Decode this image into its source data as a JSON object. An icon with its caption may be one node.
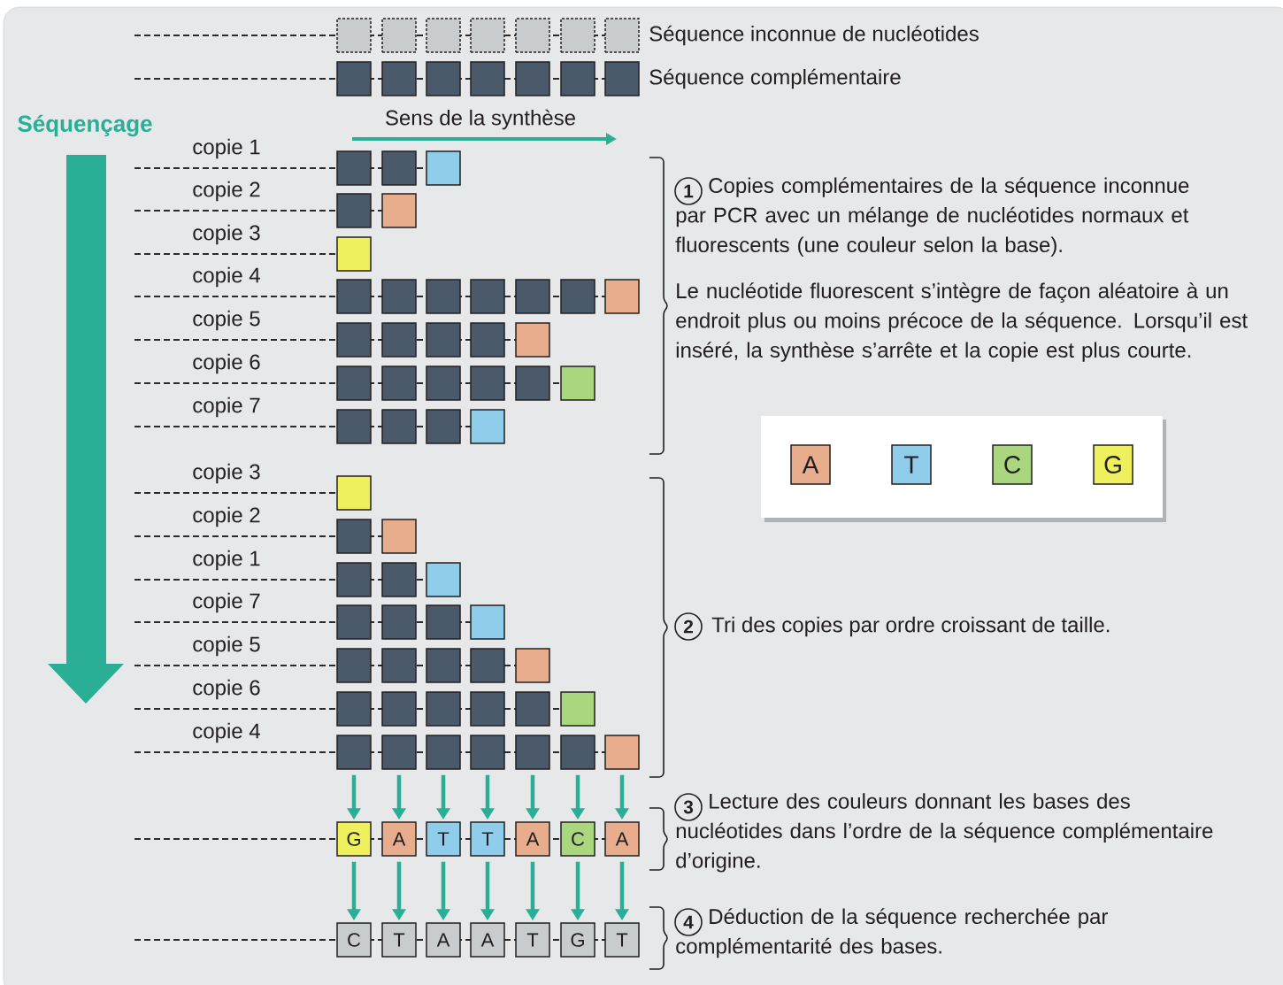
{
  "diagram": {
    "nodes": [
      {
        "text": [],
        "shape": "box"
      },
      {
        "text": [],
        "shape": "box"
      },
      {
        "text": [],
        "shape": "box"
      },
      {
        "text": [],
        "shape": "box"
      },
      {
        "text": [],
        "shape": "box"
      },
      {
        "text": [],
        "shape": "box"
      },
      {
        "text": [],
        "shape": "box"
      },
      {
        "text": [],
        "shape": "box"
      },
      {
        "text": [],
        "shape": "box"
      },
      {
        "text": [],
        "shape": "box"
      },
      {
        "text": [],
        "shape": "box"
      },
      {
        "text": [],
        "shape": "box"
      },
      {
        "text": [],
        "shape": "box"
      },
      {
        "text": [],
        "shape": "box"
      },
      {
        "text": [],
        "shape": "box"
      },
      {
        "text": [],
        "shape": "box"
      },
      {
        "text": [],
        "shape": "box"
      },
      {
        "text": [],
        "shape": "box"
      },
      {
        "text": [],
        "shape": "box"
      },
      {
        "text": [],
        "shape": "box"
      },
      {
        "text": [],
        "shape": "box"
      },
      {
        "text": [],
        "shape": "box"
      },
      {
        "text": [],
        "shape": "box"
      },
      {
        "text": [],
        "shape": "box"
      },
      {
        "text": [],
        "shape": "box"
      },
      {
        "text": [],
        "shape": "box"
      },
      {
        "text": [],
        "shape": "box"
      },
      {
        "text": [],
        "shape": "box"
      },
      {
        "text": [],
        "shape": "box"
      },
      {
        "text": [],
        "shape": "box"
      },
      {
        "text": [],
        "shape": "box"
      },
      {
        "text": [],
        "shape": "box"
      },
      {
        "text": [],
        "shape": "box"
      },
      {
        "text": [],
        "shape": "box"
      },
      {
        "text": [],
        "shape": "box"
      },
      {
        "text": [],
        "shape": "box"
      },
      {
        "text": [],
        "shape": "box"
      },
      {
        "text": [],
        "shape": "box"
      },
      {
        "text": [],
        "shape": "box"
      },
      {
        "text": [],
        "shape": "box"
      },
      {
        "text": [],
        "shape": "box"
      },
      {
        "text": [],
        "shape": "box"
      },
      {
        "text": [],
        "shape": "box"
      },
      {
        "text": [],
        "shape": "box"
      },
      {
        "text": [],
        "shape": "box"
      },
      {
        "text": [],
        "shape": "box"
      },
      {
        "text": [],
        "shape": "box"
      },
      {
        "text": [],
        "shape": "box"
      },
      {
        "text": [],
        "shape": "box"
      },
      {
        "text": [],
        "shape": "box"
      },
      {
        "text": [],
        "shape": "box"
      },
      {
        "text": [],
        "shape": "box"
      },
      {
        "text": [],
        "shape": "box"
      },
      {
        "text": [],
        "shape": "box"
      },
      {
        "text": [],
        "shape": "box"
      },
      {
        "text": [],
        "shape": "box"
      },
      {
        "text": [],
        "shape": "box"
      },
      {
        "text": [],
        "shape": "box"
      },
      {
        "text": [],
        "shape": "box"
      },
      {
        "text": [],
        "shape": "box"
      },
      {
        "text": [],
        "shape": "box"
      },
      {
        "text": [],
        "shape": "box"
      },
      {
        "text": [],
        "shape": "box"
      },
      {
        "text": [],
        "shape": "box"
      },
      {
        "text": [],
        "shape": "box"
      },
      {
        "text": [],
        "shape": "box"
      },
      {
        "text": [],
        "shape": "box"
      },
      {
        "text": [],
        "shape": "box"
      },
      {
        "text": [],
        "shape": "box"
      },
      {
        "text": [],
        "shape": "box"
      },
      {
        "text": [
          "G"
        ]
      },
      {
        "text": [
          "A"
        ]
      },
      {
        "text": [
          "T"
        ]
      },
      {
        "text": [
          "T"
        ]
      },
      {
        "text": [
          "A"
        ]
      },
      {
        "text": [
          "C"
        ]
      },
      {
        "text": [
          "A"
        ]
      },
      {
        "text": [
          "C"
        ]
      },
      {
        "text": [
          "T"
        ]
      },
      {
        "text": [
          "A"
        ]
      },
      {
        "text": [
          "A"
        ]
      },
      {
        "text": [
          "T"
        ]
      },
      {
        "text": [
          "G"
        ]
      },
      {
        "text": [
          "T"
        ]
      }
    ],
    "edges": [
      {
        "from": 63,
        "to": 70,
        "arrow": "to"
      },
      {
        "from": 64,
        "to": 71,
        "arrow": "to"
      },
      {
        "from": 65,
        "to": 72,
        "arrow": "to"
      },
      {
        "from": 66,
        "to": 73,
        "arrow": "to"
      },
      {
        "from": 67,
        "to": 74,
        "arrow": "to"
      },
      {
        "from": 68,
        "to": 75,
        "arrow": "to"
      },
      {
        "from": 69,
        "to": 76,
        "arrow": "to"
      },
      {
        "from": 70,
        "to": 77,
        "arrow": "to"
      },
      {
        "from": 71,
        "to": 78,
        "arrow": "to"
      },
      {
        "from": 72,
        "to": 79,
        "arrow": "to"
      },
      {
        "from": 73,
        "to": 80,
        "arrow": "to"
      },
      {
        "from": 74,
        "to": 81,
        "arrow": "to"
      },
      {
        "from": 75,
        "to": 82,
        "arrow": "to"
      },
      {
        "from": 76,
        "to": 83,
        "arrow": "to"
      }
    ],
    "labels": [
      "Séquence inconnue de nucléotides",
      "Séquence complémentaire",
      "Séquençage",
      "Sens de la synthèse",
      "copie 1",
      "copie 2",
      "copie 3",
      "copie 4",
      "copie 5",
      "copie 6",
      "copie 7",
      "1",
      "Copies complémentaires de la séquence inconnue par PCR avec un mélange de nucléotides normaux et fluorescents (une couleur selon la base).",
      "Le nucléotide fluorescent s’intègre de façon aléatoire à un endroit plus ou moins précoce de la séquence. Lorsqu’il est inséré, la synthèse s’arrête et la copie est plus courte.",
      "copie 3",
      "copie 2",
      "copie 1",
      "copie 7",
      "copie 5",
      "copie 6",
      "copie 4",
      "2",
      "Tri des copies par ordre croissant de taille.",
      "3",
      "Lecture des couleurs donnant les bases des nucléotides dans l’ordre de la séquence complémentaire d’origine.",
      "4",
      "Déduction de la séquence recherchée par complémentarité des bases."
    ],
    "legend": [
      {
        "text": "A",
        "color": "#e8ad8c"
      },
      {
        "text": "T",
        "color": "#8fcdea"
      },
      {
        "text": "C",
        "color": "#a9d67e"
      },
      {
        "text": "G",
        "color": "#eff05e"
      }
    ]
  }
}
